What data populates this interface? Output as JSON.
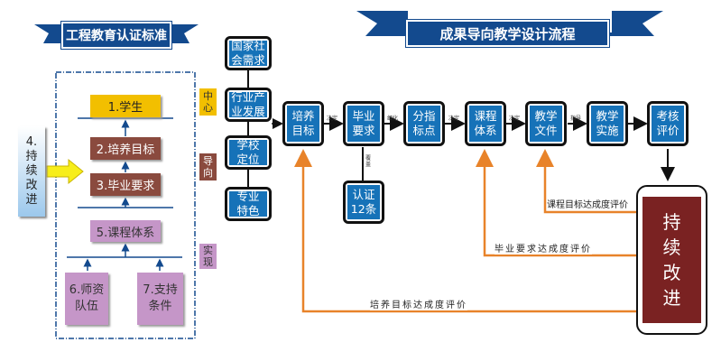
{
  "left": {
    "title": "工程教育认证标准",
    "boxes": [
      "1.学生",
      "2.培养目标",
      "3.毕业要求",
      "5.课程体系",
      "6.师资\n队伍",
      "7.支持\n条件"
    ],
    "side_labels": [
      "中\n心",
      "导\n向",
      "实\n现"
    ],
    "improve": "4.\n持\n续\n改\n进",
    "colors": {
      "student": "#f2bf00",
      "brown": "#8a4a3e",
      "purple": "#c596c8",
      "banner": "#134a8e"
    }
  },
  "right": {
    "title": "成果导向教学设计流程",
    "inputs": [
      "国家社\n会需求",
      "行业产\n业发展",
      "学校\n定位",
      "专业\n特色"
    ],
    "flow": [
      "培养\n目标",
      "毕业\n要求",
      "分指\n标点",
      "课程\n体系",
      "教学\n文件",
      "教学\n实施",
      "考核\n评价"
    ],
    "edge_labels": [
      "决定",
      "细化",
      "决定",
      "决定",
      "指导"
    ],
    "cover_label": "覆盖",
    "cert": "认证\n12条",
    "improve": "持\n续\n改\n进",
    "feedback": [
      "课程目标达成度评价",
      "毕业要求达成度评价",
      "培养目标达成度评价"
    ],
    "colors": {
      "box": "#1672b8",
      "improve": "#7a2222",
      "feedback": "#e8832a"
    }
  }
}
